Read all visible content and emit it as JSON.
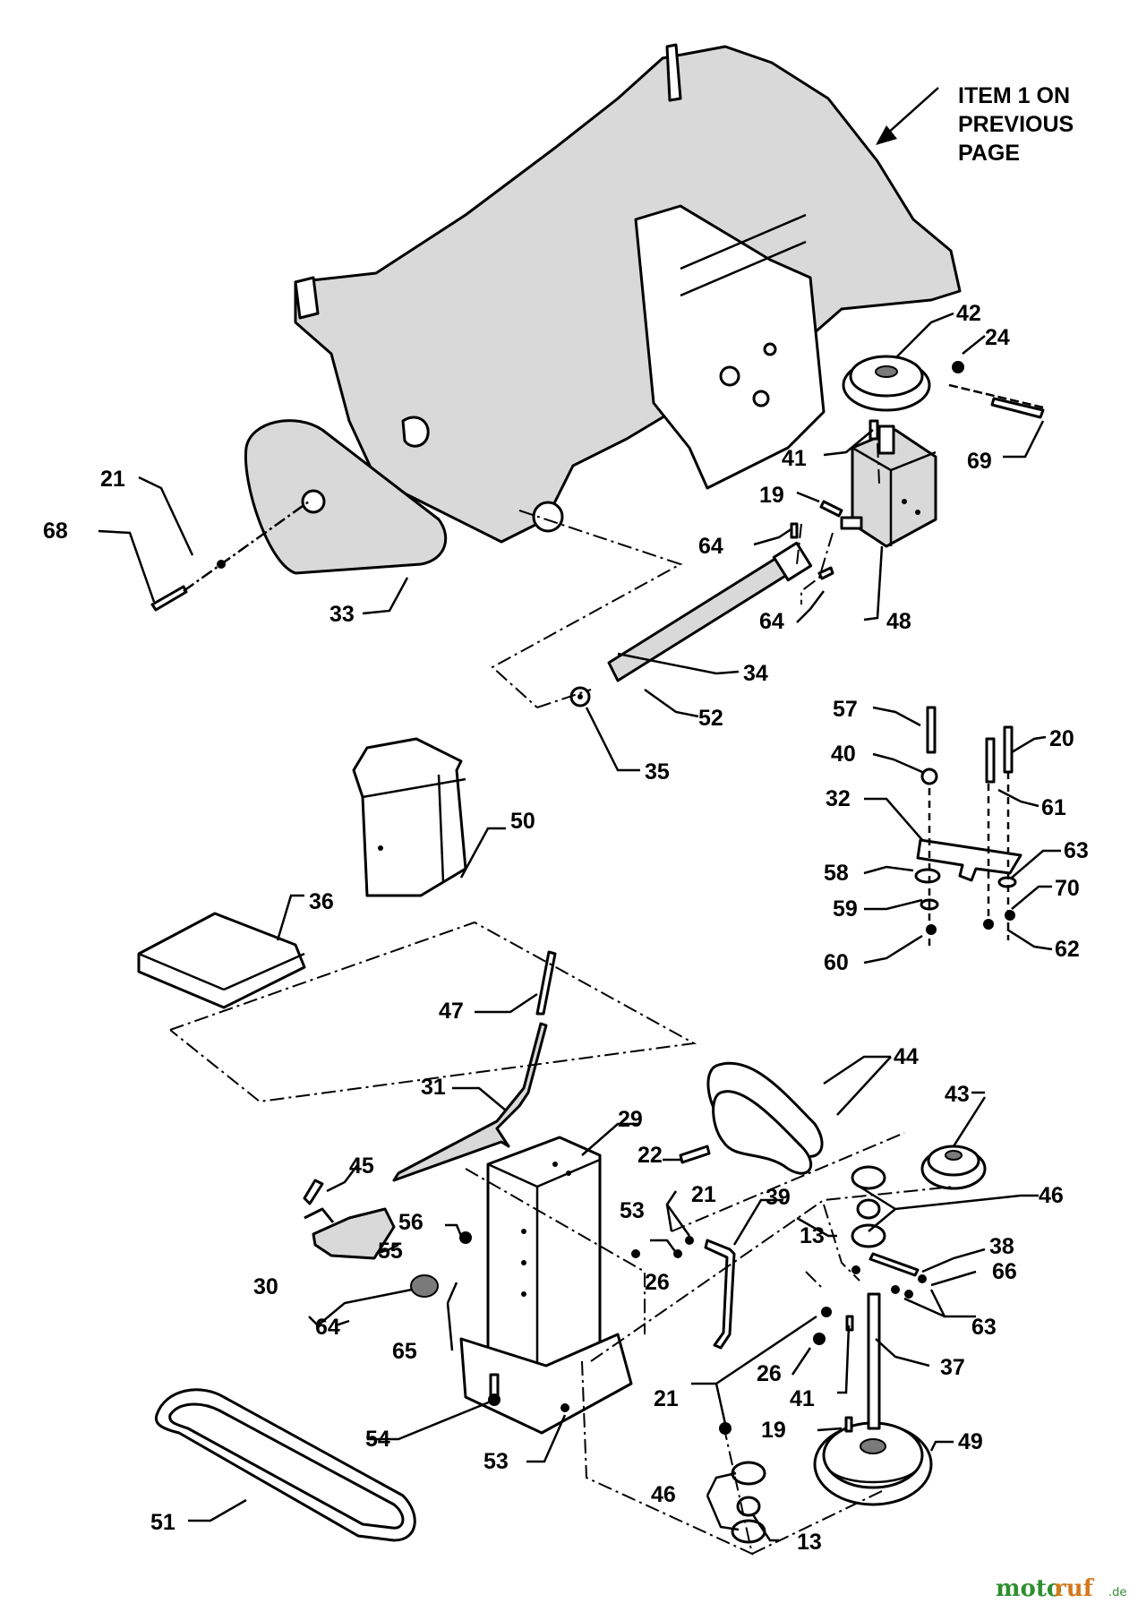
{
  "note": {
    "lines": [
      "ITEM 1 ON",
      "PREVIOUS",
      "PAGE"
    ]
  },
  "labels": {
    "n42": "42",
    "n24": "24",
    "n69": "69",
    "n41a": "41",
    "n19a": "19",
    "n64a": "64",
    "n64b": "64",
    "n48": "48",
    "n21a": "21",
    "n68": "68",
    "n33": "33",
    "n34": "34",
    "n52": "52",
    "n35": "35",
    "n57": "57",
    "n40": "40",
    "n20": "20",
    "n32": "32",
    "n61": "61",
    "n58": "58",
    "n63a": "63",
    "n59": "59",
    "n70": "70",
    "n60": "60",
    "n62": "62",
    "n50": "50",
    "n36": "36",
    "n47": "47",
    "n44": "44",
    "n31": "31",
    "n43": "43",
    "n29": "29",
    "n22": "22",
    "n45": "45",
    "n46a": "46",
    "n56": "56",
    "n53a": "53",
    "n21b": "21",
    "n39": "39",
    "n13a": "13",
    "n38": "38",
    "n55": "55",
    "n30": "30",
    "n26a": "26",
    "n66": "66",
    "n63b": "63",
    "n64c": "64",
    "n65": "65",
    "n37": "37",
    "n26b": "26",
    "n21c": "21",
    "n41b": "41",
    "n54": "54",
    "n53b": "53",
    "n19b": "19",
    "n49": "49",
    "n51": "51",
    "n46b": "46",
    "n13b": "13"
  },
  "watermark": {
    "part1": "moto",
    "part2": "ruf",
    "suffix": ".de"
  }
}
